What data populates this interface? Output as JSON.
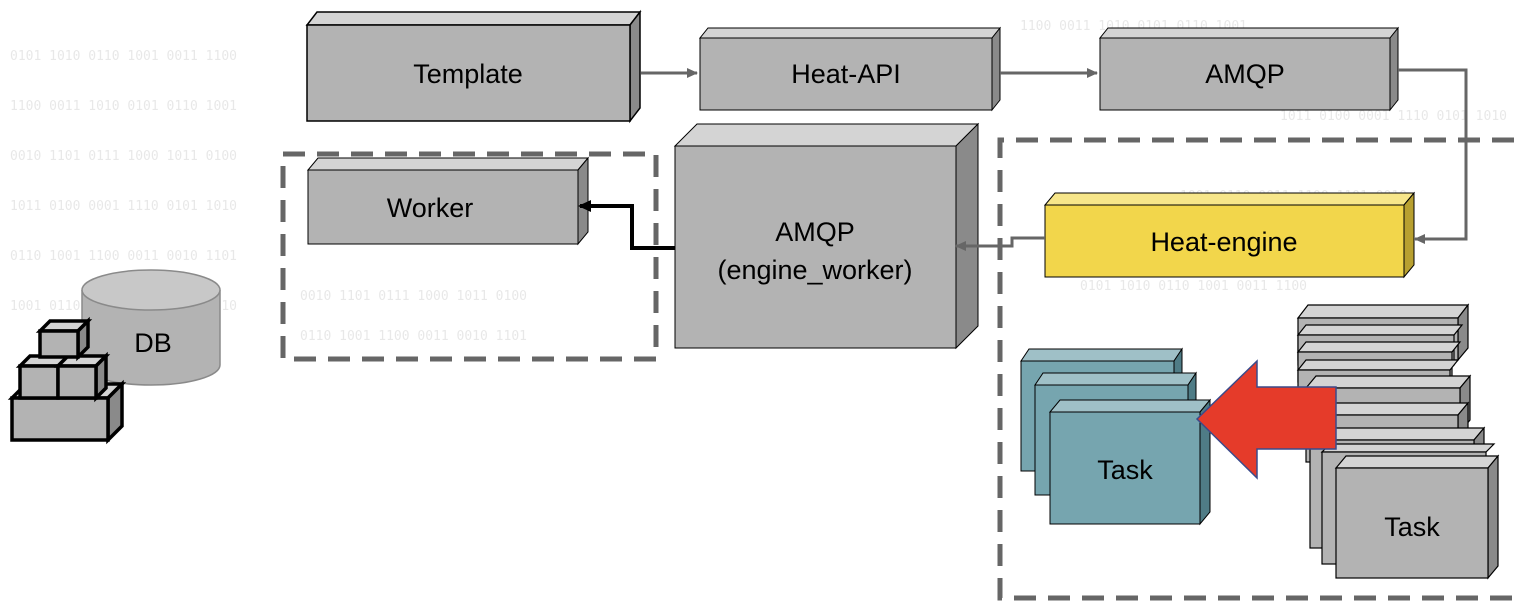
{
  "diagram": {
    "nodes": {
      "template": "Template",
      "heat_api": "Heat-API",
      "amqp_top": "AMQP",
      "worker": "Worker",
      "amqp_engine_line1": "AMQP",
      "amqp_engine_line2": "(engine_worker)",
      "heat_engine": "Heat-engine",
      "db": "DB",
      "task_teal": "Task",
      "task_gray": "Task"
    },
    "colors": {
      "box_front": "#b3b3b3",
      "box_side": "#8a8a8a",
      "box_top": "#d4d4d4",
      "engine_front": "#f2d64b",
      "engine_side": "#b8a030",
      "teal_front": "#76a5af",
      "teal_side": "#4f7c86",
      "arrow_gray": "#666666",
      "big_arrow": "#e53b2a",
      "dash_border": "#666666"
    },
    "background_binary": [
      "0101 1010 0110 1001 0011 1100",
      "1100 0011 1010 0101 0110 1001",
      "0010 1101 0111 1000 1011 0100",
      "1011 0100 0001 1110 0101 1010",
      "0110 1001 1100 0011 0010 1101",
      "1001 0110 0011 1100 1101 0010"
    ]
  }
}
